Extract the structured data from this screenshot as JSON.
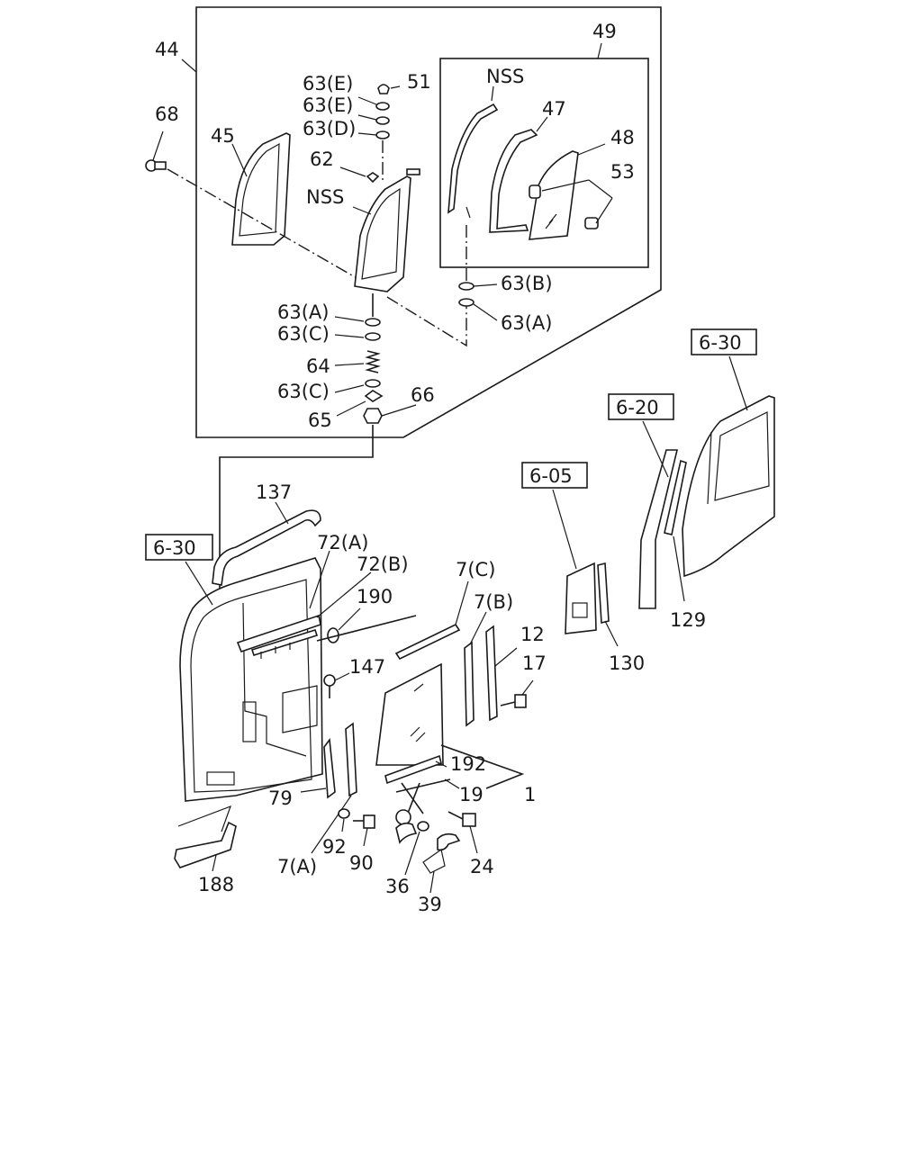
{
  "callouts": {
    "p44": "44",
    "p45": "45",
    "p68": "68",
    "p49": "49",
    "nss_top": "NSS",
    "p47": "47",
    "p48": "48",
    "p53": "53",
    "p51": "51",
    "p63e_1": "63(E)",
    "p63e_2": "63(E)",
    "p63d": "63(D)",
    "p62": "62",
    "nss_mid": "NSS",
    "p63b": "63(B)",
    "p63a_r": "63(A)",
    "p63a_l": "63(A)",
    "p63c_1": "63(C)",
    "p64": "64",
    "p63c_2": "63(C)",
    "p66": "66",
    "p65": "65",
    "p137": "137",
    "p72a": "72(A)",
    "p72b": "72(B)",
    "p190": "190",
    "p147": "147",
    "p7c": "7(C)",
    "p7b": "7(B)",
    "p12": "12",
    "p17": "17",
    "p192": "192",
    "p1": "1",
    "p19": "19",
    "p79": "79",
    "p7a": "7(A)",
    "p92": "92",
    "p90": "90",
    "p36": "36",
    "p24": "24",
    "p39": "39",
    "p188": "188",
    "p130": "130",
    "p129": "129"
  },
  "refs": {
    "ref_630_left": "6-30",
    "ref_605": "6-05",
    "ref_620": "6-20",
    "ref_630_right": "6-30"
  }
}
